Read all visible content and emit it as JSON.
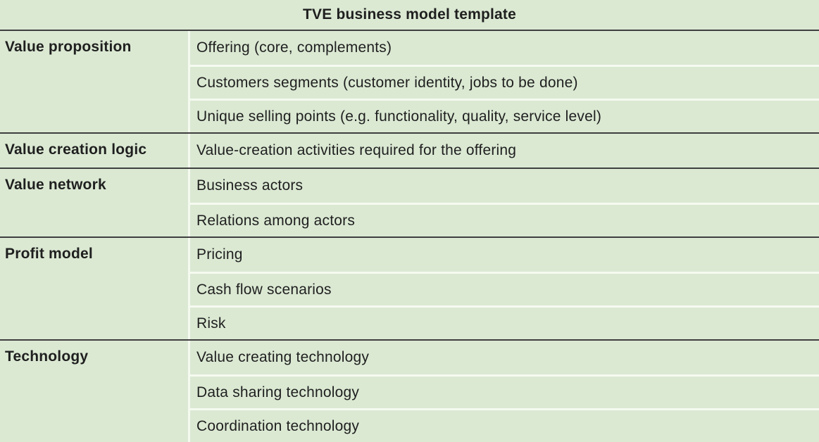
{
  "title": "TVE business model template",
  "colors": {
    "background": "#dbe9d3",
    "section_divider": "#3e3e3e",
    "subrow_divider": "#f5faf0",
    "text": "#1f1f1f"
  },
  "table": {
    "sections": [
      {
        "label": "Value proposition",
        "items": [
          "Offering (core, complements)",
          "Customers segments (customer identity, jobs to be done)",
          "Unique selling points (e.g. functionality, quality, service level)"
        ]
      },
      {
        "label": "Value creation logic",
        "items": [
          "Value-creation activities required for the offering"
        ]
      },
      {
        "label": "Value network",
        "items": [
          "Business actors",
          "Relations among actors"
        ]
      },
      {
        "label": "Profit model",
        "items": [
          "Pricing",
          "Cash flow scenarios",
          "Risk"
        ]
      },
      {
        "label": "Technology",
        "items": [
          "Value creating technology",
          "Data sharing technology",
          "Coordination technology"
        ]
      }
    ]
  }
}
